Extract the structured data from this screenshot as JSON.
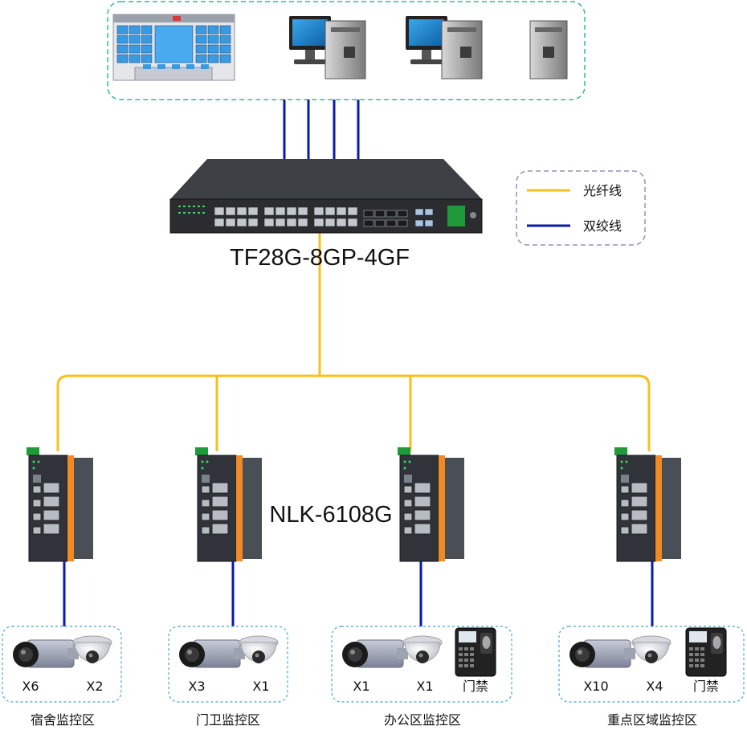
{
  "legend": {
    "fiber_label": "光纤线",
    "twisted_pair_label": "双绞线",
    "fiber_color": "#f5c21b",
    "twisted_pair_color": "#0a1aa8"
  },
  "core_switch": {
    "model": "TF28G-8GP-4GF"
  },
  "edge_switch": {
    "model": "NLK-6108G"
  },
  "center_devices": [
    "video-wall",
    "computer",
    "computer",
    "server"
  ],
  "zones": [
    {
      "name": "宿舍监控区",
      "devices": [
        {
          "type": "box-camera",
          "count": "X6"
        },
        {
          "type": "dome-camera",
          "count": "X2"
        }
      ]
    },
    {
      "name": "门卫监控区",
      "devices": [
        {
          "type": "box-camera",
          "count": "X3"
        },
        {
          "type": "dome-camera",
          "count": "X1"
        }
      ]
    },
    {
      "name": "办公区监控区",
      "devices": [
        {
          "type": "box-camera",
          "count": "X1"
        },
        {
          "type": "dome-camera",
          "count": "X1"
        },
        {
          "type": "access-control",
          "count": "门禁"
        }
      ]
    },
    {
      "name": "重点区域监控区",
      "devices": [
        {
          "type": "box-camera",
          "count": "X10"
        },
        {
          "type": "dome-camera",
          "count": "X4"
        },
        {
          "type": "access-control",
          "count": "门禁"
        }
      ]
    }
  ]
}
